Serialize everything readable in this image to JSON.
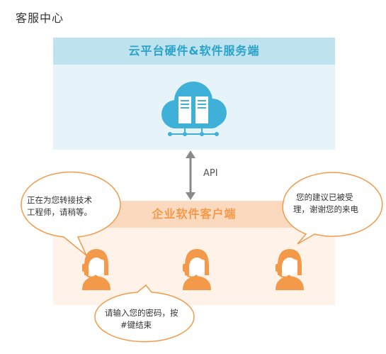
{
  "page": {
    "title": "客服中心"
  },
  "cloud": {
    "header": "云平台硬件&软件服务端",
    "icon": "cloud-server-icon",
    "colors": {
      "header_bg": "#bfe3ee",
      "header_text": "#29a3cc",
      "panel_bg": "#e6f4fa",
      "icon": "#3fb1d8"
    }
  },
  "connector": {
    "label": "API",
    "icon": "double-arrow-icon"
  },
  "enterprise": {
    "header": "企业软件客户端",
    "agents": [
      "agent-left",
      "agent-middle",
      "agent-right"
    ],
    "colors": {
      "header_bg": "#fbd9bf",
      "header_text": "#f39a4a",
      "panel_bg": "#fff2e8",
      "agent": "#f39a4a"
    }
  },
  "bubbles": {
    "left": {
      "line1": "正在为您转接技术",
      "line2": "工程师，请稍等。"
    },
    "right": {
      "line1": "您的建议已被受",
      "line2": "理，谢谢您的来电"
    },
    "bottom": {
      "line1": "请输入您的密码，按",
      "line2": "#键结束"
    },
    "border_color": "#f39a4a"
  }
}
